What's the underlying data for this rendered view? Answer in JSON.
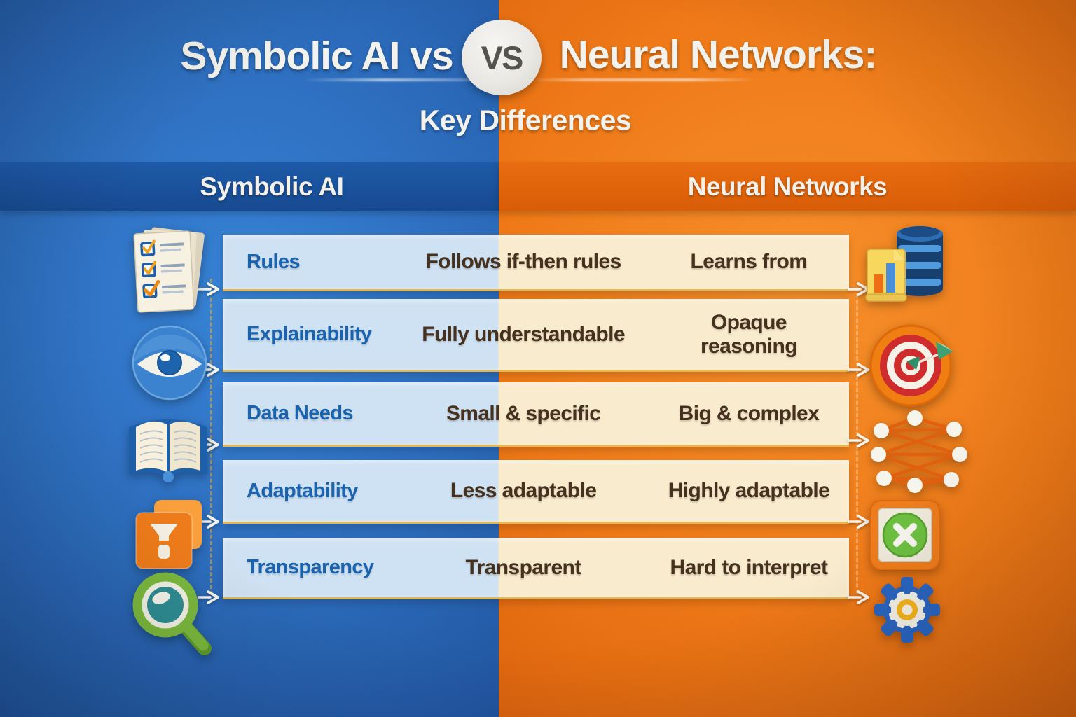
{
  "header": {
    "title_left": "Symbolic AI vs",
    "vs_badge": "VS",
    "title_right": "Neural Networks:",
    "subtitle": "Key Differences"
  },
  "columns": {
    "left": "Symbolic AI",
    "right": "Neural Networks"
  },
  "rows": [
    {
      "label": "Rules",
      "left_value": "Follows if-then rules",
      "right_value": "Learns from",
      "left_icon": "checklist-icon",
      "right_icon": "database-icon"
    },
    {
      "label": "Explainability",
      "left_value": "Fully understandable",
      "right_value": "Opaque\nreasoning",
      "left_icon": "eye-icon",
      "right_icon": "target-dart-icon"
    },
    {
      "label": "Data Needs",
      "left_value": "Small & specific",
      "right_value": "Big & complex",
      "left_icon": "open-book-icon",
      "right_icon": "neural-network-icon"
    },
    {
      "label": "Adaptability",
      "left_value": "Less adaptable",
      "right_value": "Highly adaptable",
      "left_icon": "funnel-filter-icon",
      "right_icon": "cross-badge-icon"
    },
    {
      "label": "Transparency",
      "left_value": "Transparent",
      "right_value": "Hard to interpret",
      "left_icon": "magnifier-icon",
      "right_icon": "gear-icon"
    }
  ],
  "colors": {
    "blue_background": "#2569bc",
    "orange_background": "#f0770f",
    "blue_band": "#1b53a0",
    "orange_band": "#e4650c",
    "row_blue": "#cfe2f3",
    "row_cream": "#f9ebcd",
    "label_blue": "#1a63ae",
    "value_brown": "#46311f",
    "gold_line": "#e0b24a",
    "title_text": "#f4f2ec",
    "badge_text": "#56544f"
  }
}
